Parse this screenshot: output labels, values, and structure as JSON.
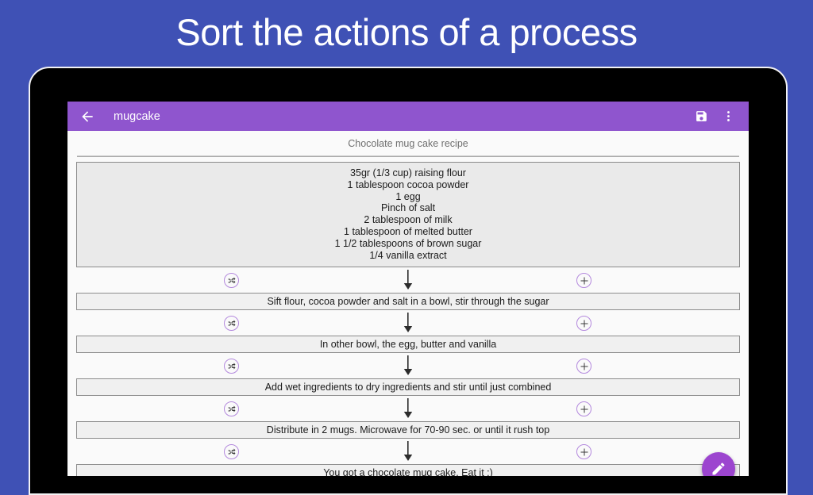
{
  "promo": {
    "headline": "Sort the actions of a process"
  },
  "colors": {
    "background_blue": "#3f51b5",
    "app_bar_purple": "#8f55ce",
    "fab_purple": "#9c45cf",
    "icon_outline_purple": "#b388dd",
    "action_box_fill": "#f0f0f0",
    "action_box_border": "#8c8c8c",
    "ingredients_fill": "#eaeaea"
  },
  "app_bar": {
    "back_icon": "arrow-left-icon",
    "title": "mugcake",
    "save_icon": "save-floppy-icon",
    "overflow_icon": "overflow-menu-icon"
  },
  "document": {
    "title": "Chocolate mug cake recipe",
    "ingredients": [
      "35gr (1/3 cup) raising flour",
      "1 tablespoon cocoa powder",
      "1 egg",
      "Pinch of salt",
      "2 tablespoon of milk",
      "1 tablespoon of melted butter",
      "1 1/2 tablespoons of brown sugar",
      "1/4 vanilla extract"
    ],
    "connector": {
      "shuffle_icon": "shuffle-icon",
      "add_icon": "plus-circle-icon",
      "arrow_icon": "arrow-down-icon"
    },
    "actions": [
      "Sift flour, cocoa powder and salt in a bowl, stir through the sugar",
      "In other bowl, the egg, butter and vanilla",
      "Add wet ingredients to dry ingredients and stir until just combined",
      "Distribute in 2 mugs. Microwave for 70-90 sec. or until it rush top",
      "You got a chocolate mug cake. Eat it :)"
    ]
  },
  "fab": {
    "icon": "pencil-edit-icon"
  }
}
